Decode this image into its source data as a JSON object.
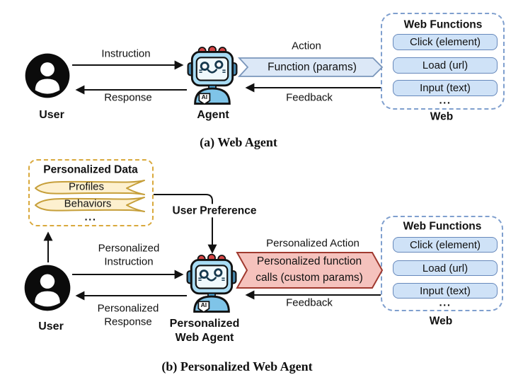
{
  "figure": {
    "robot_badge": "AI",
    "panel_a": {
      "caption": "(a) Web Agent",
      "user_label": "User",
      "agent_label": "Agent",
      "arrows": {
        "instruction": "Instruction",
        "response": "Response",
        "feedback": "Feedback"
      },
      "action": {
        "label": "Action",
        "banner": "Function (params)"
      },
      "web": {
        "title": "Web Functions",
        "functions": [
          "Click (element)",
          "Load (url)",
          "Input (text)"
        ],
        "ellipsis": "...",
        "label": "Web"
      }
    },
    "panel_b": {
      "caption": "(b) Personalized Web Agent",
      "user_label": "User",
      "agent_label": [
        "Personalized",
        "Web Agent"
      ],
      "personalized_data": {
        "title": "Personalized Data",
        "items": [
          "Profiles",
          "Behaviors"
        ],
        "ellipsis": "..."
      },
      "user_preference": "User Preference",
      "arrows": {
        "instruction": [
          "Personalized",
          "Instruction"
        ],
        "response": [
          "Personalized",
          "Response"
        ],
        "feedback": "Feedback"
      },
      "action": {
        "label": "Personalized Action",
        "banner": [
          "Personalized function",
          "calls (custom params)"
        ]
      },
      "web": {
        "title": "Web Functions",
        "functions": [
          "Click (element)",
          "Load (url)",
          "Input (text)"
        ],
        "ellipsis": "...",
        "label": "Web"
      }
    },
    "colors": {
      "function_box_fill": "#cfe2f7",
      "function_box_border": "#6688bb",
      "web_box_border": "#7f9fce",
      "action_banner_fill": "#dce8f7",
      "action_banner_border": "#7a96bb",
      "personalized_banner_fill": "#f5c2bd",
      "personalized_banner_border": "#a0392f",
      "data_banner_fill": "#fdf0cf",
      "data_banner_border": "#c69f3a",
      "data_box_border": "#d9a93c",
      "robot_blue": "#a8dcf4",
      "arrow_color": "#111111"
    }
  }
}
